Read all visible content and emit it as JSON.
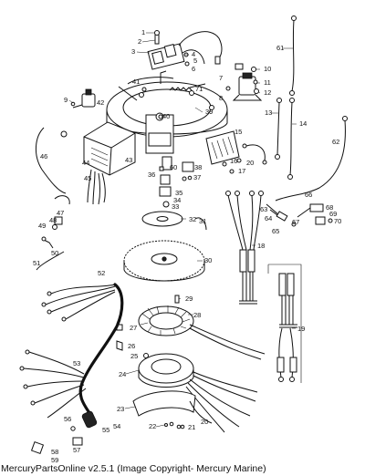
{
  "diagram": {
    "part_numbers": [
      "1",
      "2",
      "3",
      "4",
      "5",
      "6",
      "7",
      "8",
      "9",
      "10",
      "11",
      "12",
      "13",
      "14",
      "15",
      "16",
      "17",
      "18",
      "19",
      "20",
      "21",
      "22",
      "23",
      "24",
      "25",
      "26",
      "27",
      "28",
      "29",
      "30",
      "31",
      "32",
      "33",
      "34",
      "35",
      "36",
      "37",
      "38",
      "39",
      "40",
      "41",
      "42",
      "43",
      "44",
      "45",
      "46",
      "47",
      "48",
      "49",
      "50",
      "51",
      "52",
      "53",
      "54",
      "55",
      "56",
      "57",
      "58",
      "59",
      "60",
      "61",
      "62",
      "63",
      "64",
      "65",
      "66",
      "67",
      "68",
      "69",
      "70",
      "71"
    ]
  },
  "footer": {
    "text": "MercuryPartsOnline v2.5.1 (Image Copyright- Mercury Marine)"
  }
}
